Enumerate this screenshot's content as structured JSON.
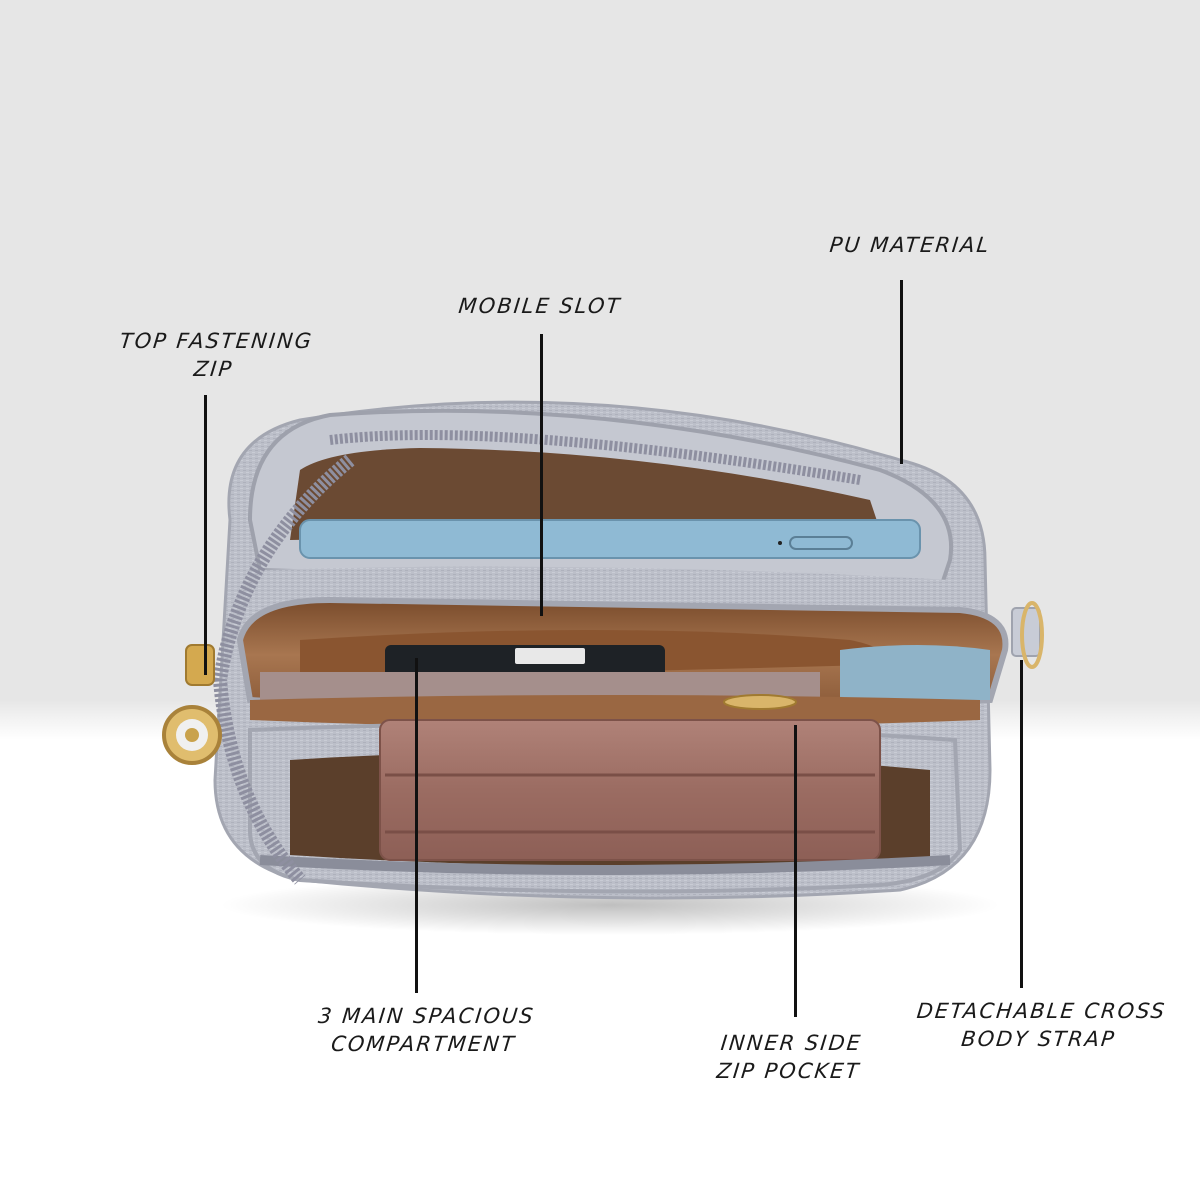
{
  "image": {
    "subject": "open crossbody handbag, top view",
    "colors": {
      "background_top": "#e6e6e6",
      "background_bottom": "#ffffff",
      "bag_body": "#b9bcc6",
      "lining": "#9a6a44",
      "phone": "#8fb9d3",
      "wallet": "#a2736a",
      "hardware_gold": "#d4a94f",
      "callout_line": "#111111"
    }
  },
  "callouts": [
    {
      "id": "top-fastening-zip",
      "line1": "TOP FASTENING",
      "line2": "ZIP"
    },
    {
      "id": "mobile-slot",
      "line1": "MOBILE SLOT",
      "line2": ""
    },
    {
      "id": "pu-material",
      "line1": "PU MATERIAL",
      "line2": ""
    },
    {
      "id": "main-compartment",
      "line1": "3 MAIN SPACIOUS",
      "line2": "COMPARTMENT"
    },
    {
      "id": "inner-zip-pocket",
      "line1": "INNER SIDE",
      "line2": "ZIP POCKET"
    },
    {
      "id": "cross-body-strap",
      "line1": "DETACHABLE CROSS",
      "line2": "BODY STRAP"
    }
  ]
}
